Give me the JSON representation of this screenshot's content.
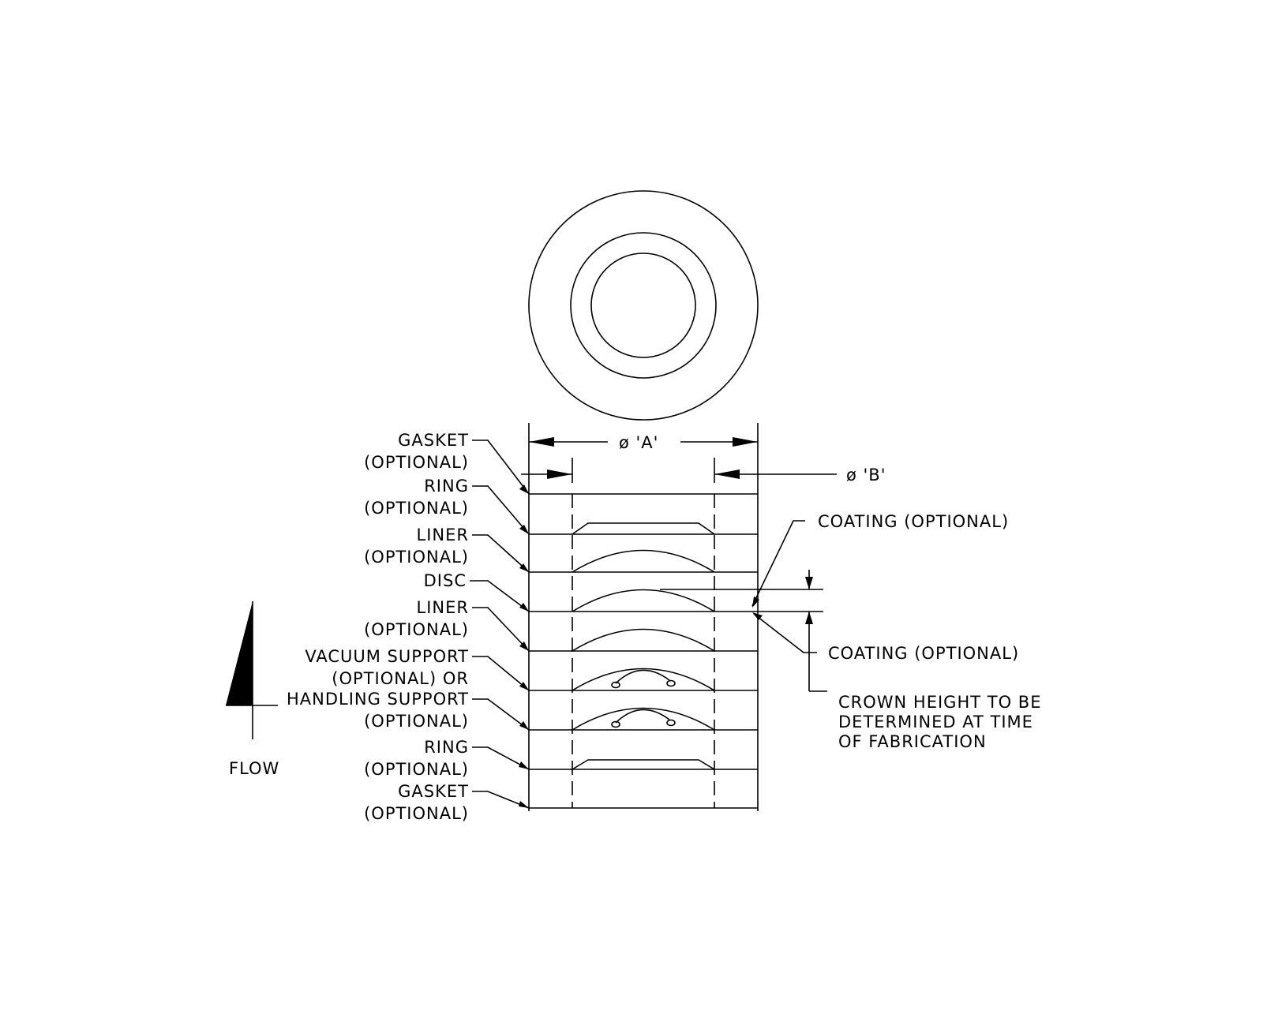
{
  "labels": {
    "gasket_top": "GASKET",
    "gasket_top_opt": "(OPTIONAL)",
    "ring_top": "RING",
    "ring_top_opt": "(OPTIONAL)",
    "liner_top": "LINER",
    "liner_top_opt": "(OPTIONAL)",
    "disc": "DISC",
    "liner_bottom": "LINER",
    "liner_bottom_opt": "(OPTIONAL)",
    "vacuum_support": "VACUUM SUPPORT",
    "vacuum_support_opt": "(OPTIONAL) OR",
    "handling_support": "HANDLING SUPPORT",
    "handling_support_opt": "(OPTIONAL)",
    "ring_bottom": "RING",
    "ring_bottom_opt": "(OPTIONAL)",
    "gasket_bottom": "GASKET",
    "gasket_bottom_opt": "(OPTIONAL)",
    "coating_top": "COATING (OPTIONAL)",
    "coating_bottom": "COATING (OPTIONAL)",
    "crown_line1": "CROWN HEIGHT TO BE",
    "crown_line2": "DETERMINED AT TIME",
    "crown_line3": "OF FABRICATION",
    "flow": "FLOW"
  },
  "dimensions": {
    "dim_a": "ø 'A'",
    "dim_b": "ø 'B'"
  }
}
